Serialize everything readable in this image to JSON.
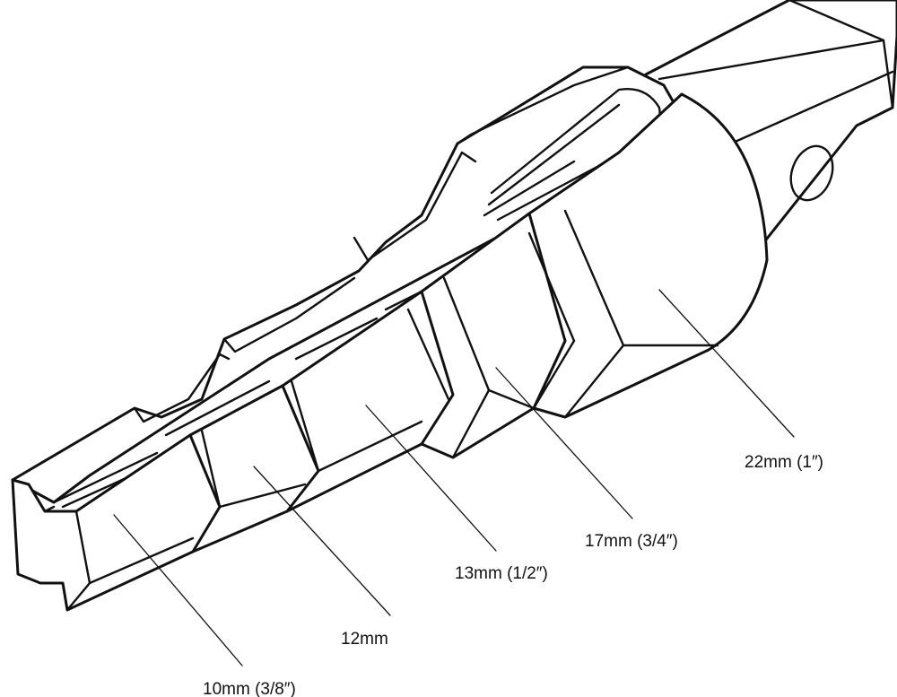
{
  "diagram": {
    "labels": {
      "size_22": "22mm (1″)",
      "size_17": "17mm (3/4″)",
      "size_13": "13mm (1/2″)",
      "size_12": "12mm",
      "size_10": "10mm (3/8″)"
    },
    "colors": {
      "ink": "#111111",
      "paper": "#ffffff"
    }
  }
}
